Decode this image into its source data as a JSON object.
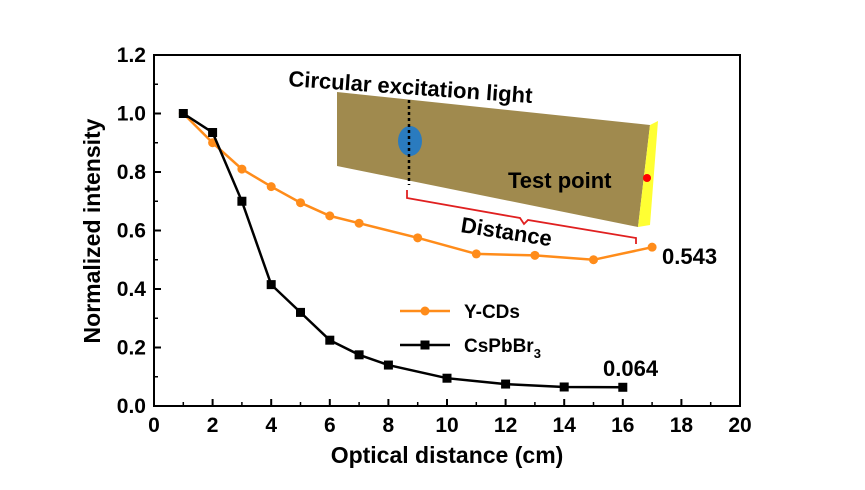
{
  "chart_data": {
    "type": "line",
    "title": "",
    "xlabel": "Optical distance (cm)",
    "ylabel": "Normalized intensity",
    "xlim": [
      0,
      20
    ],
    "ylim": [
      0,
      1.2
    ],
    "xticks": [
      "0",
      "2",
      "4",
      "6",
      "8",
      "10",
      "12",
      "14",
      "16",
      "18",
      "20"
    ],
    "yticks": [
      "0.0",
      "0.2",
      "0.4",
      "0.6",
      "0.8",
      "1.0",
      "1.2"
    ],
    "grid": false,
    "legend_position": "center",
    "series": [
      {
        "name": "Y-CDs",
        "color": "#ff8c1a",
        "marker": "circle",
        "x": [
          1,
          2,
          3,
          4,
          5,
          6,
          7,
          9,
          11,
          13,
          15,
          17
        ],
        "y": [
          1.0,
          0.9,
          0.81,
          0.75,
          0.695,
          0.65,
          0.625,
          0.575,
          0.52,
          0.515,
          0.5,
          0.543
        ],
        "end_label": "0.543"
      },
      {
        "name": "CsPbBr",
        "name_subscript": "3",
        "color": "#000000",
        "marker": "square",
        "x": [
          1,
          2,
          3,
          4,
          5,
          6,
          7,
          8,
          10,
          12,
          14,
          16
        ],
        "y": [
          1.0,
          0.935,
          0.7,
          0.415,
          0.32,
          0.225,
          0.175,
          0.14,
          0.095,
          0.075,
          0.065,
          0.064
        ],
        "end_label": "0.064"
      }
    ],
    "inset": {
      "title": "Circular excitation light",
      "test_point_label": "Test point",
      "distance_label": "Distance",
      "slab_color": "#a08a4e",
      "edge_color": "#ffff33",
      "spot_color": "#2a7bbf",
      "test_point_color": "#ff0000",
      "bracket_color": "#e02020"
    }
  }
}
